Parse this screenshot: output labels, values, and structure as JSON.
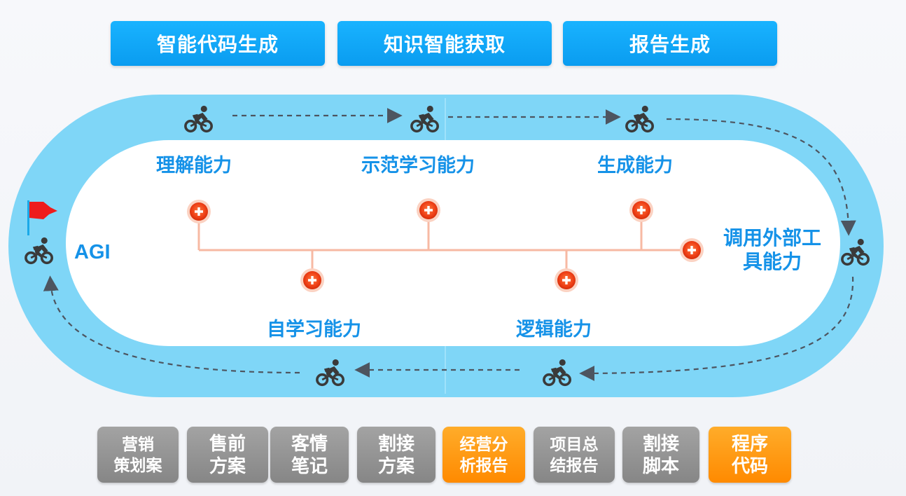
{
  "top_buttons": [
    {
      "label": "智能代码生成"
    },
    {
      "label": "知识智能获取"
    },
    {
      "label": "报告生成"
    }
  ],
  "abilities": {
    "understanding": "理解能力",
    "demo_learning": "示范学习能力",
    "generation": "生成能力",
    "tool_line1": "调用外部工",
    "tool_line2": "具能力",
    "self_learning": "自学习能力",
    "logic": "逻辑能力"
  },
  "agi_label": "AGI",
  "bottom_buttons": [
    {
      "line1": "营销",
      "line2": "策划案",
      "style": "gray"
    },
    {
      "line1": "售前",
      "line2": "方案",
      "style": "gray"
    },
    {
      "line1": "客情",
      "line2": "笔记",
      "style": "gray"
    },
    {
      "line1": "割接",
      "line2": "方案",
      "style": "gray"
    },
    {
      "line1": "经营分",
      "line2": "析报告",
      "style": "orange"
    },
    {
      "line1": "项目总",
      "line2": "结报告",
      "style": "gray"
    },
    {
      "line1": "割接",
      "line2": "脚本",
      "style": "gray"
    },
    {
      "line1": "程序",
      "line2": "代码",
      "style": "orange"
    }
  ],
  "colors": {
    "track": "#7fd6f7",
    "accent_blue": "#1592e8",
    "gray_button": "#8f8f8f",
    "orange_button": "#ff9a12",
    "node_red": "#f0481e",
    "flag_red": "#ee1c1c",
    "rider": "#3a3a3a",
    "arrow": "#4d5560"
  },
  "icons": [
    "cyclist-icon",
    "flag-icon",
    "plus-node-icon",
    "dashed-arrow"
  ]
}
